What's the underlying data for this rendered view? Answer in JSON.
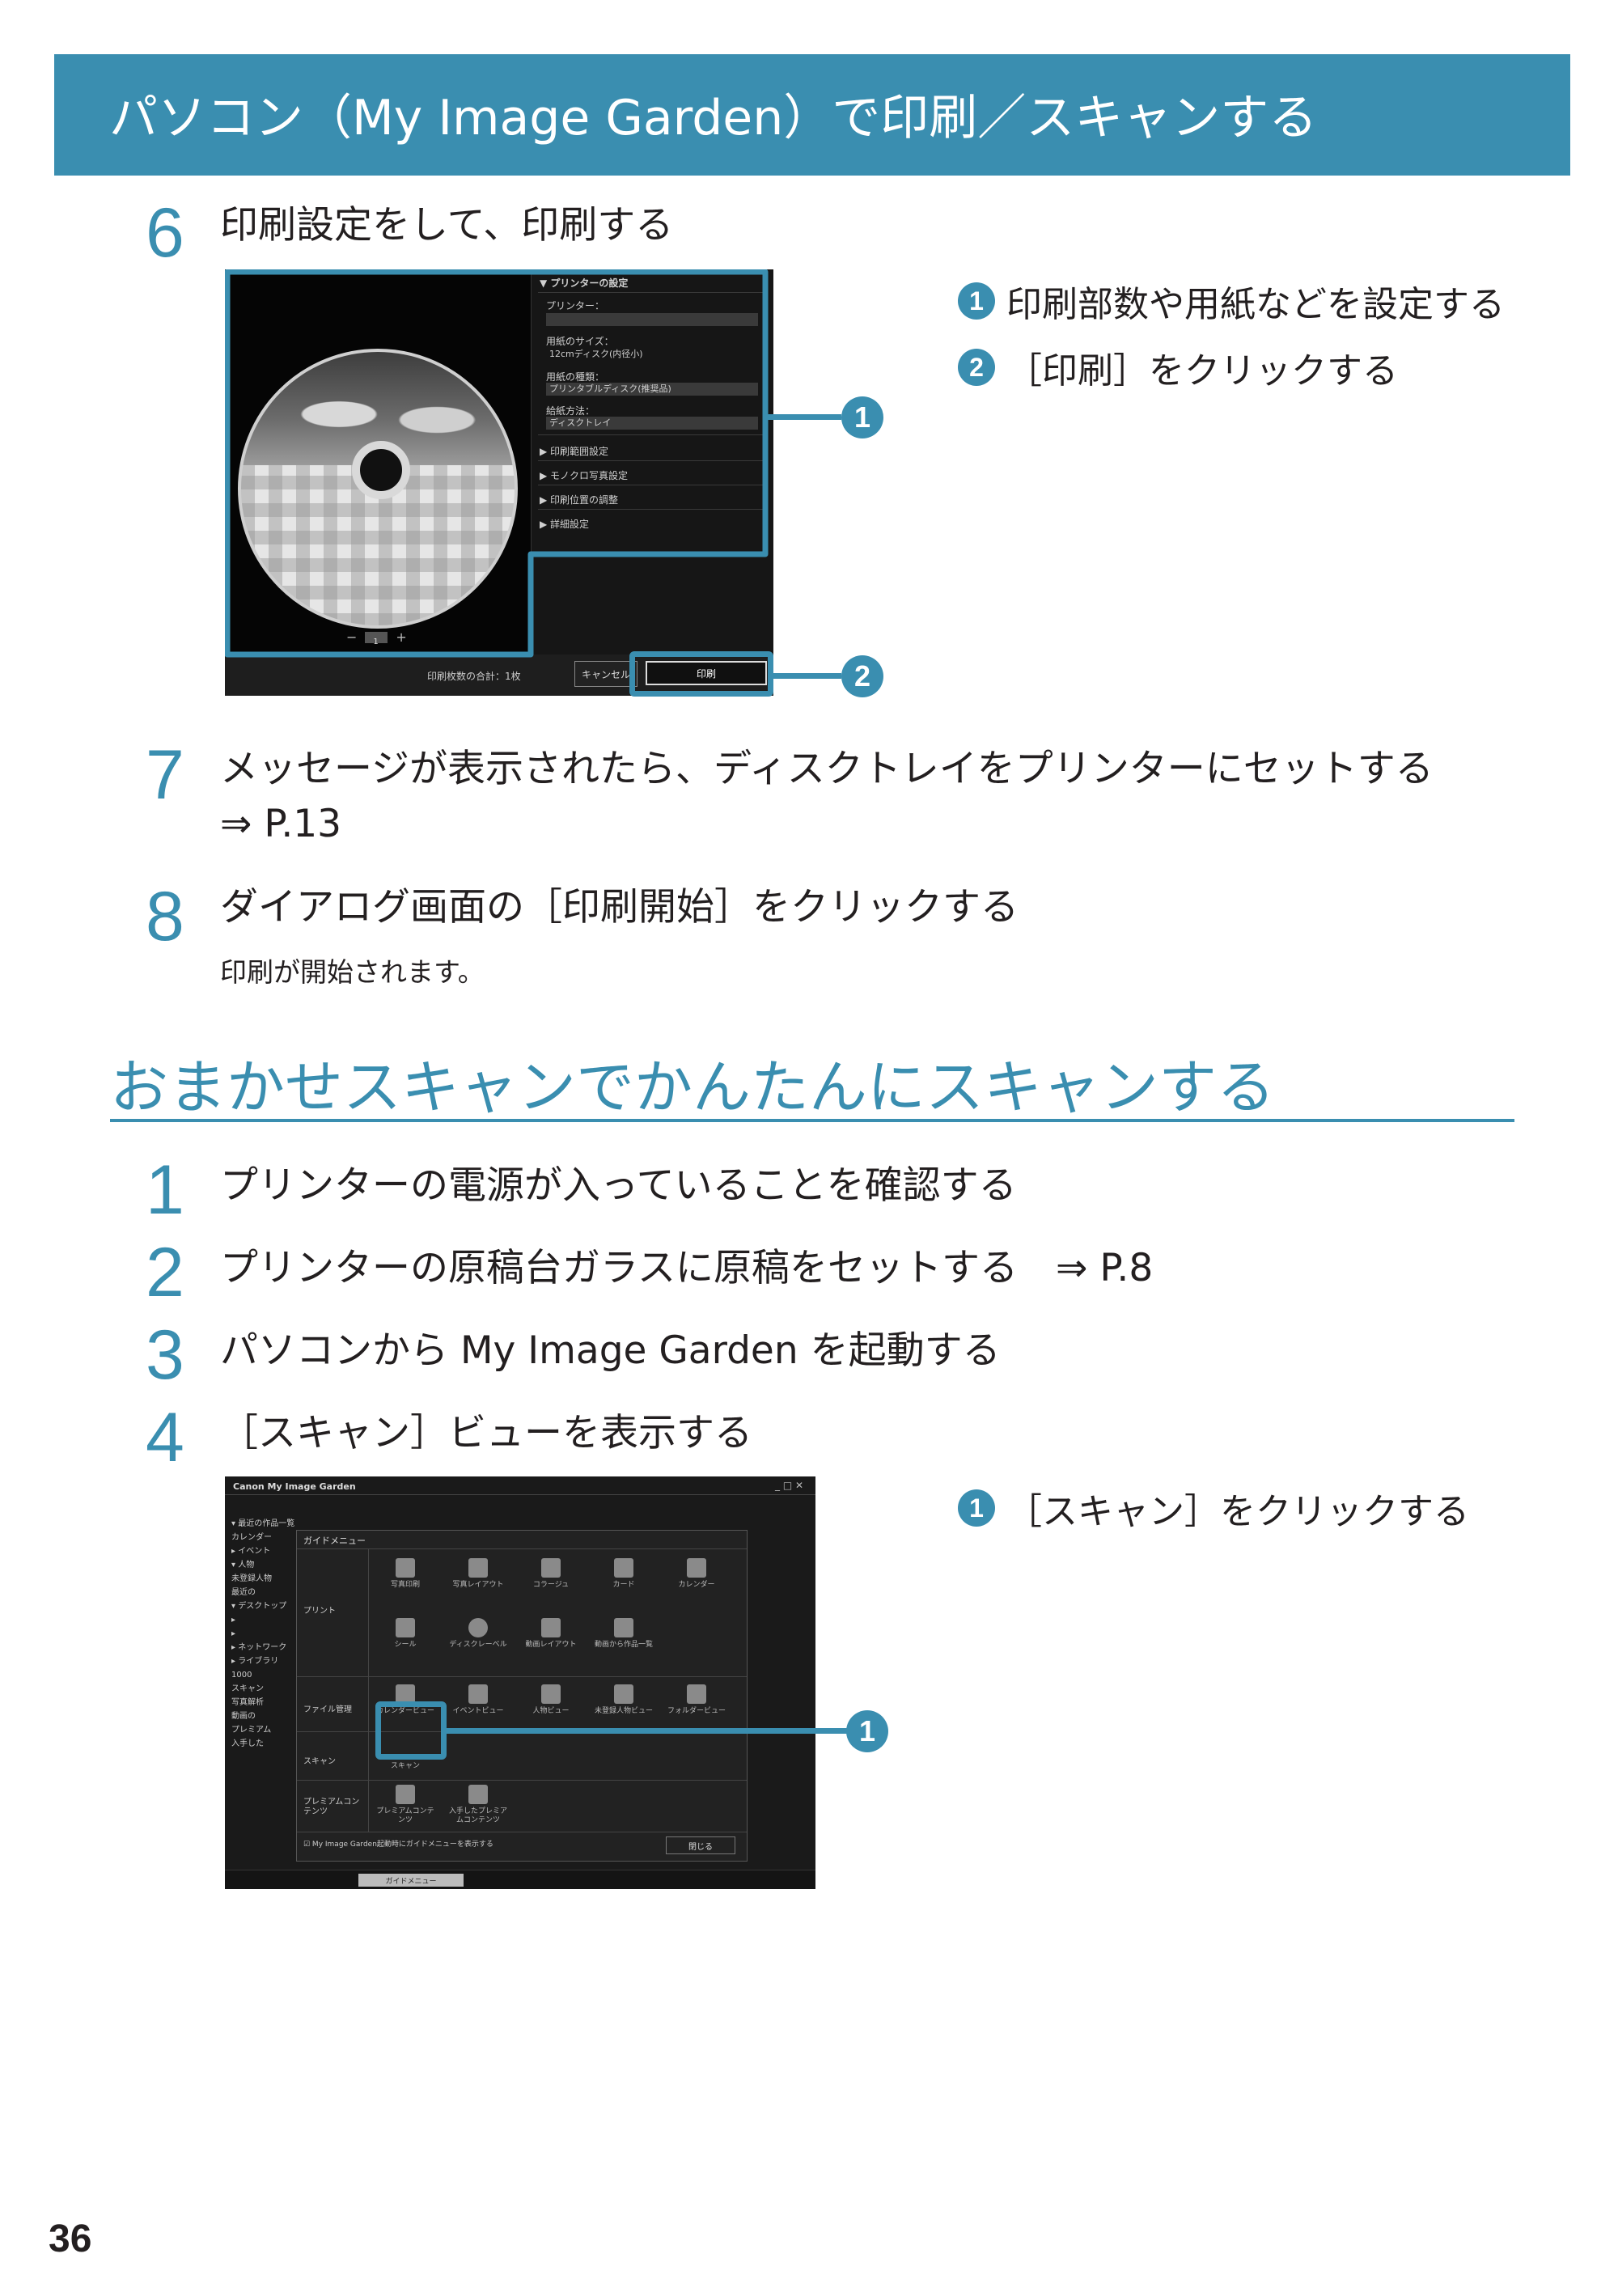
{
  "header": {
    "title": "パソコン（My Image Garden）で印刷／スキャンする"
  },
  "print_steps": [
    {
      "num": "6",
      "text": "印刷設定をして、印刷する"
    },
    {
      "num": "7",
      "text": "メッセージが表示されたら、ディスクトレイをプリンターにセットする",
      "ref": "⇒ P.13"
    },
    {
      "num": "8",
      "text": "ダイアログ画面の［印刷開始］をクリックする",
      "sub": "印刷が開始されます。"
    }
  ],
  "print_callouts": [
    {
      "badge": "1",
      "text": "印刷部数や用紙などを設定する"
    },
    {
      "badge": "2",
      "text": "［印刷］をクリックする"
    }
  ],
  "print_screen": {
    "panel_heading": "▼ プリンターの設定",
    "printer_label": "プリンター：",
    "size_label": "用紙のサイズ：",
    "size_value": "12cmディスク(内径小)",
    "type_label": "用紙の種類：",
    "type_value": "プリンタブルディスク(推奨品)",
    "feed_label": "給紙方法：",
    "feed_value": "ディスクトレイ",
    "sections": [
      "▶ 印刷範囲設定",
      "▶ モノクロ写真設定",
      "▶ 印刷位置の調整",
      "▶ 詳細設定"
    ],
    "zoom_minus": "−",
    "zoom_value": "1",
    "zoom_plus": "+",
    "total": "印刷枚数の合計：1枚",
    "cancel": "キャンセル",
    "print": "印刷"
  },
  "section": {
    "title": "おまかせスキャンでかんたんにスキャンする"
  },
  "scan_steps": [
    {
      "num": "1",
      "text": "プリンターの電源が入っていることを確認する"
    },
    {
      "num": "2",
      "text": "プリンターの原稿台ガラスに原稿をセットする　⇒ P.8"
    },
    {
      "num": "3",
      "text": "パソコンから My Image Garden を起動する"
    },
    {
      "num": "4",
      "text": "［スキャン］ビューを表示する"
    }
  ],
  "scan_callouts": [
    {
      "badge": "1",
      "text": "［スキャン］をクリックする"
    }
  ],
  "scan_screen": {
    "title": "Canon My Image Garden",
    "controls": "_ □ ✕",
    "tree": [
      "▾ 最近の作品一覧",
      "  カレンダー",
      "▸ イベント",
      "▾ 人物",
      "  未登録人物",
      "  最近の",
      "▾ デスクトップ",
      "  ▸ ",
      "  ▸ ",
      "  ▸ ネットワーク",
      "  ▸ ライブラリ",
      "  1000",
      "スキャン",
      "写真解析",
      "動画の",
      "プレミアム",
      "入手した"
    ],
    "guide_title": "ガイドメニュー",
    "categories": [
      "プリント",
      "ファイル管理",
      "スキャン",
      "プレミアムコンテンツ"
    ],
    "print_items": [
      "写真印刷",
      "写真レイアウト",
      "コラージュ",
      "カード",
      "カレンダー",
      "シール",
      "ディスクレーベル",
      "動画レイアウト",
      "動画から作品一覧"
    ],
    "file_items": [
      "カレンダービュー",
      "イベントビュー",
      "人物ビュー",
      "未登録人物ビュー",
      "フォルダービュー"
    ],
    "scan_item": "スキャン",
    "premium_items": [
      "プレミアムコンテンツ",
      "入手したプレミアムコンテンツ"
    ],
    "check_label": "☑ My Image Garden起動時にガイドメニューを表示する",
    "close": "閉じる",
    "guide_tab": "ガイドメニュー"
  },
  "page_number": "36"
}
